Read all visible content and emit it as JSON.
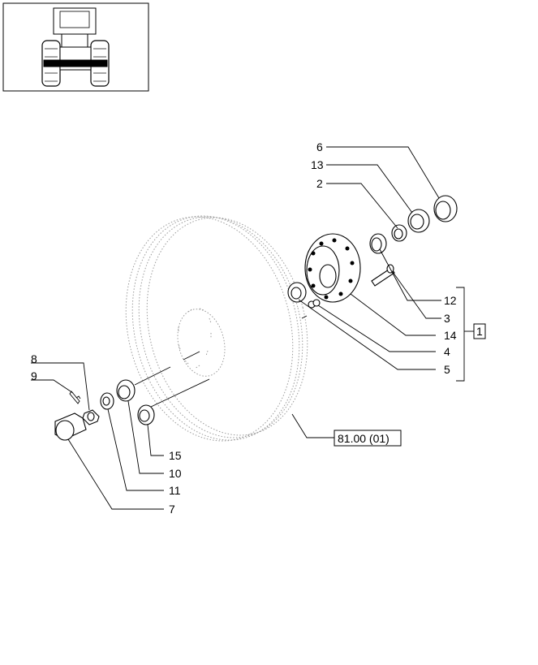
{
  "diagram": {
    "callouts": [
      {
        "id": "6",
        "label": "6"
      },
      {
        "id": "13",
        "label": "13"
      },
      {
        "id": "2",
        "label": "2"
      },
      {
        "id": "12",
        "label": "12"
      },
      {
        "id": "3",
        "label": "3"
      },
      {
        "id": "14",
        "label": "14"
      },
      {
        "id": "4",
        "label": "4"
      },
      {
        "id": "5",
        "label": "5"
      },
      {
        "id": "8",
        "label": "8"
      },
      {
        "id": "9",
        "label": "9"
      },
      {
        "id": "15",
        "label": "15"
      },
      {
        "id": "10",
        "label": "10"
      },
      {
        "id": "11",
        "label": "11"
      },
      {
        "id": "7",
        "label": "7"
      }
    ],
    "group_box_label": "1",
    "reference_box_label": "81.00 (01)"
  }
}
